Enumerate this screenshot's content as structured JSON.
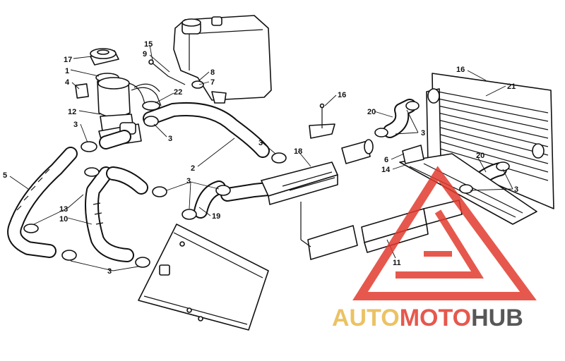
{
  "callouts": {
    "c1": "1",
    "c2": "2",
    "c3a": "3",
    "c3b": "3",
    "c3c": "3",
    "c3d": "3",
    "c3e": "3",
    "c3f": "3",
    "c3g": "3",
    "c5": "5",
    "c6": "6",
    "c7": "7",
    "c8": "8",
    "c9": "9",
    "c10": "10",
    "c11": "11",
    "c12": "12",
    "c13": "13",
    "c14": "14",
    "c15": "15",
    "c16a": "16",
    "c16b": "16",
    "c17": "17",
    "c18": "18",
    "c19": "19",
    "c20a": "20",
    "c20b": "20",
    "c21": "21",
    "c22": "22",
    "c4": "4"
  },
  "watermark": {
    "part1": "AUTO",
    "part2": "MOTO",
    "part3": "HUB",
    "colors": {
      "gold": "#e8b84a",
      "red": "#e23b2e",
      "dark": "#3a3a3a"
    }
  }
}
